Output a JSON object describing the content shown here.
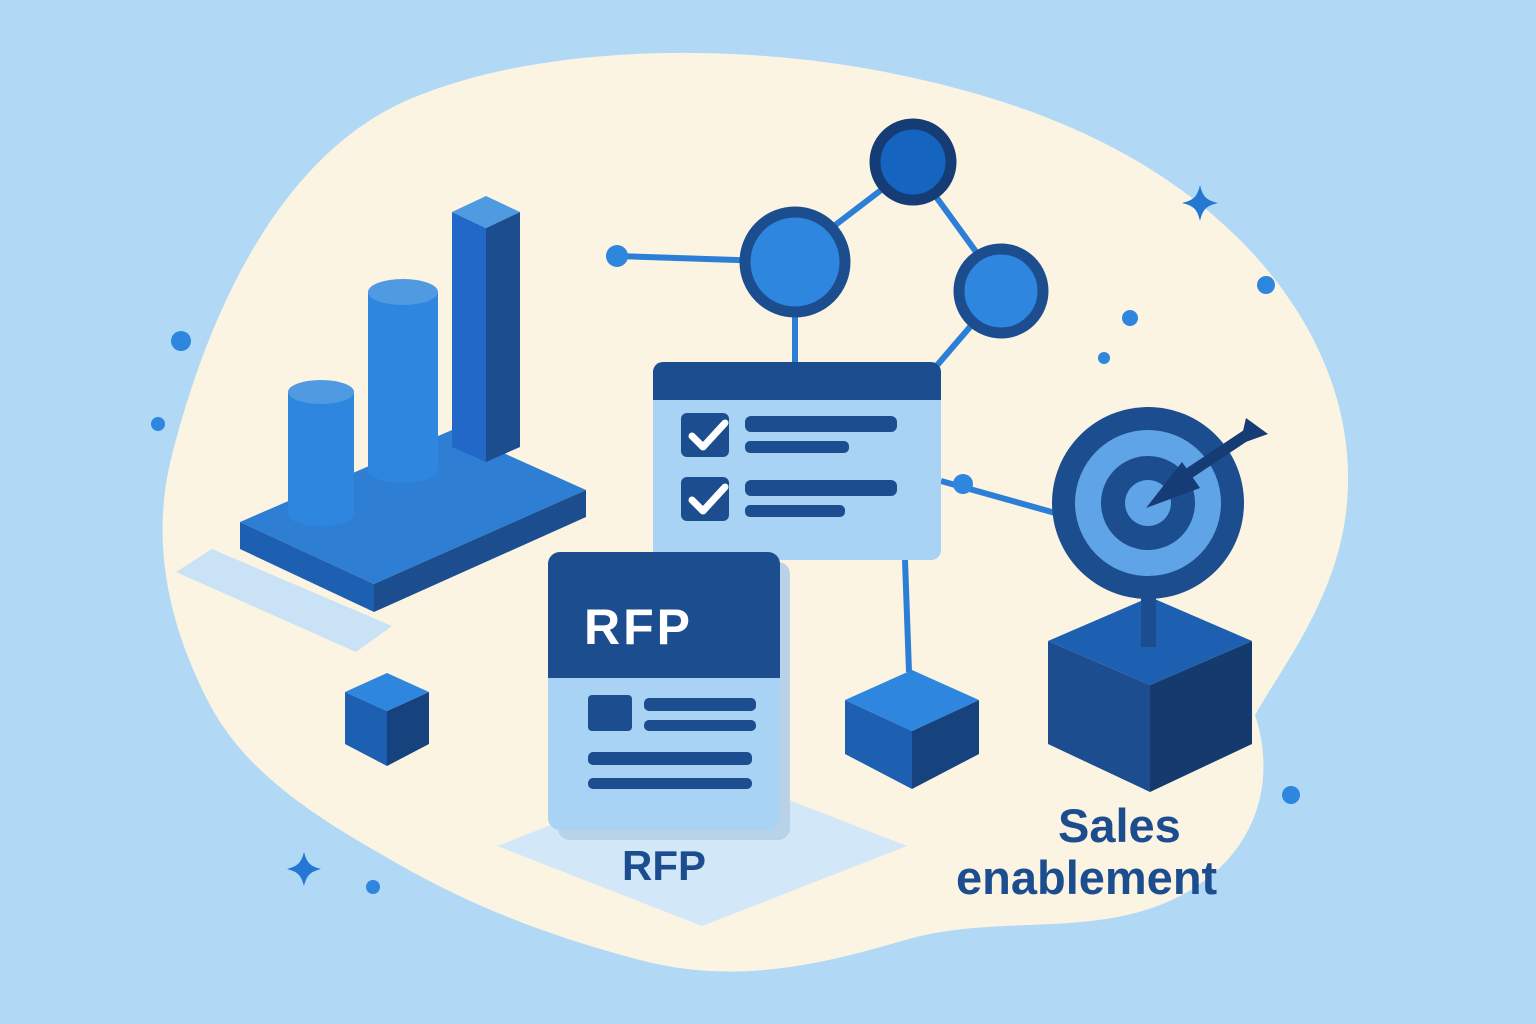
{
  "palette": {
    "background": "#b1d9f6",
    "blob": "#fbf4e2",
    "bright_blue": "#2e86de",
    "medium_blue": "#2b7fd6",
    "deep_blue": "#1d5fb0",
    "navy": "#1b4d8f",
    "dark_navy": "#143a6e",
    "darkest_navy": "#153c74",
    "card_light_blue": "#a9d3f4",
    "cylinder_top": "#4f9ae0",
    "ring_light_blue": "#5fa4e6",
    "shadow_blue": "#c9e2f6",
    "diamond_shadow": "#d2e7f8",
    "doc_shadow": "#b9d2e8",
    "white": "#ffffff"
  },
  "labels": {
    "rfp_header": "RFP",
    "rfp_caption": "RFP",
    "sales_line1": "Sales",
    "sales_line2": "enablement"
  },
  "icons": [
    {
      "name": "bar-chart-icon",
      "description": "isometric 3D bar chart with two cylinders and one column on a platform"
    },
    {
      "name": "network-graph-icon",
      "description": "three connected circle nodes with connector lines and small dots"
    },
    {
      "name": "checklist-icon",
      "description": "light blue card with navy header, two checked checkboxes and text lines"
    },
    {
      "name": "rfp-document-icon",
      "description": "document card with navy RFP header and light blue body with text lines"
    },
    {
      "name": "cube-icon",
      "description": "isometric blue cubes"
    },
    {
      "name": "target-dart-icon",
      "description": "bullseye target with dart on a cube pedestal"
    },
    {
      "name": "sparkle-icon",
      "description": "four-point star sparkle"
    },
    {
      "name": "dot-decoration",
      "description": "small blue circle accents"
    }
  ]
}
